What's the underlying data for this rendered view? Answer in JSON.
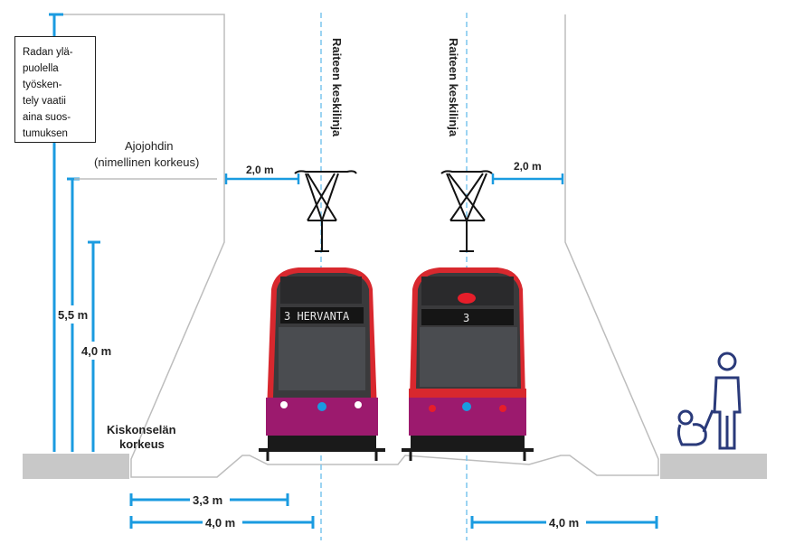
{
  "note": "Radan ylä-\npuolella\ntyösken-\ntely vaatii\naina suos-\ntumuksen",
  "labels": {
    "ajojohdin": "Ajojohdin",
    "nimellinen": "(nimellinen korkeus)",
    "kiskonselan_line1": "Kiskonselän",
    "kiskonselan_line2": "korkeus",
    "raiteen_keskilinja_left": "Raiteen keskilinja",
    "raiteen_keskilinja_right": "Raiteen keskilinja"
  },
  "dimensions": {
    "h55": "5,5 m",
    "h40": "4,0 m",
    "w20_left": "2,0 m",
    "w20_right": "2,0 m",
    "w33": "3,3 m",
    "w40_left": "4,0 m",
    "w40_right": "4,0 m"
  },
  "trams": {
    "left_display": "3 HERVANTA",
    "right_display": "3"
  },
  "colors": {
    "dimension_blue": "#1a9be0",
    "centerline_blue": "#7cc6ee",
    "tram_red": "#d8282e",
    "tram_magenta": "#9c1a6e",
    "ground_gray": "#c8c8c8"
  }
}
